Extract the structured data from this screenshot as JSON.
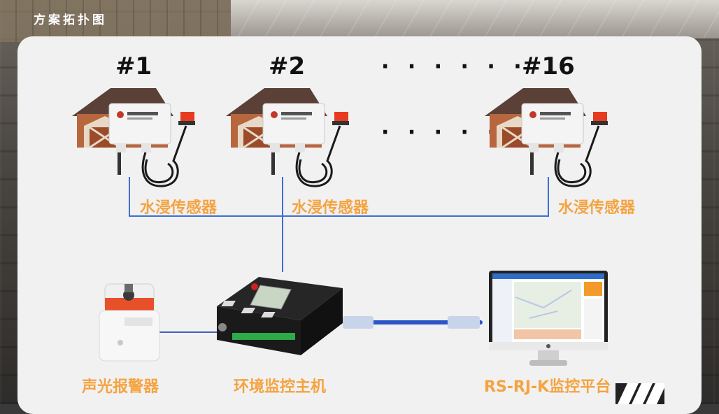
{
  "page": {
    "title": "方案拓扑图"
  },
  "sensors": [
    {
      "number": "#1",
      "label": "水浸传感器"
    },
    {
      "number": "#2",
      "label": "水浸传感器"
    },
    {
      "number": "#16",
      "label": "水浸传感器"
    }
  ],
  "ellipsis": "· · · · · ·",
  "devices": {
    "alarm_label": "声光报警器",
    "host_label": "环境监控主机",
    "platform_label": "RS-RJ-K监控平台"
  },
  "colors": {
    "label": "#f5a340",
    "bus_line": "#3f6fd1",
    "cable": "#2b56c8"
  }
}
